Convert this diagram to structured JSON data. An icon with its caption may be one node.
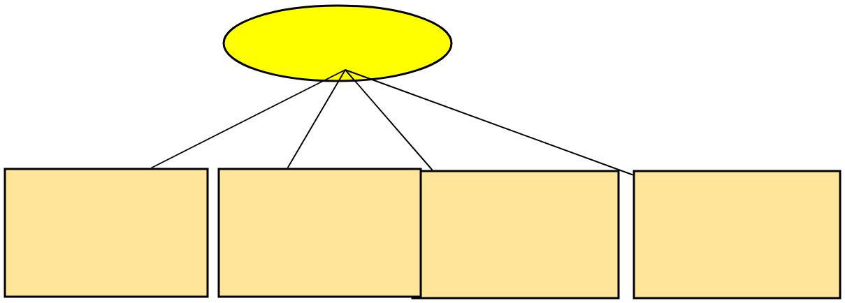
{
  "diagram": {
    "nodes": [
      {
        "text": [],
        "shape": "ellipse"
      },
      {
        "text": [],
        "shape": "box"
      },
      {
        "text": [],
        "shape": "box"
      },
      {
        "text": [],
        "shape": "box"
      },
      {
        "text": [],
        "shape": "box"
      }
    ],
    "edges": [
      {
        "from": 0,
        "to": 1,
        "arrow": "none"
      },
      {
        "from": 0,
        "to": 2,
        "arrow": "none"
      },
      {
        "from": 0,
        "to": 3,
        "arrow": "none"
      },
      {
        "from": 0,
        "to": 4,
        "arrow": "none"
      }
    ]
  }
}
